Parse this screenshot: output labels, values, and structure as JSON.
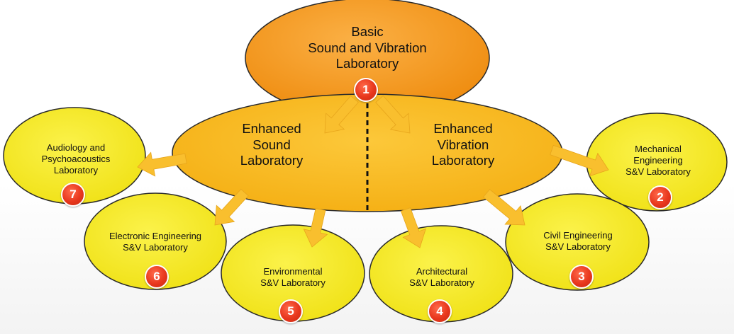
{
  "basic_lab": {
    "line1": "Basic",
    "line2": "Sound and Vibration",
    "line3": "Laboratory",
    "number": "1"
  },
  "enhanced_sound": {
    "line1": "Enhanced",
    "line2": "Sound",
    "line3": "Laboratory"
  },
  "enhanced_vibration": {
    "line1": "Enhanced",
    "line2": "Vibration",
    "line3": "Laboratory"
  },
  "labs": {
    "mechanical": {
      "line1": "Mechanical",
      "line2": "Engineering",
      "line3": "S&V Laboratory",
      "number": "2"
    },
    "civil": {
      "line1": "Civil Engineering",
      "line2": "S&V Laboratory",
      "number": "3"
    },
    "architectural": {
      "line1": "Architectural",
      "line2": "S&V Laboratory",
      "number": "4"
    },
    "environmental": {
      "line1": "Environmental",
      "line2": "S&V Laboratory",
      "number": "5"
    },
    "electronic": {
      "line1": "Electronic Engineering",
      "line2": "S&V Laboratory",
      "number": "6"
    },
    "audiology": {
      "line1": "Audiology and",
      "line2": "Psychoacoustics",
      "line3": "Laboratory",
      "number": "7"
    }
  },
  "colors": {
    "basic_fill": "#f59a13",
    "enhanced_fill": "#f9bb18",
    "lab_fill": "#f8ec1a",
    "arrow_fill": "#f9bf2e",
    "badge_fill": "#e8371d"
  }
}
